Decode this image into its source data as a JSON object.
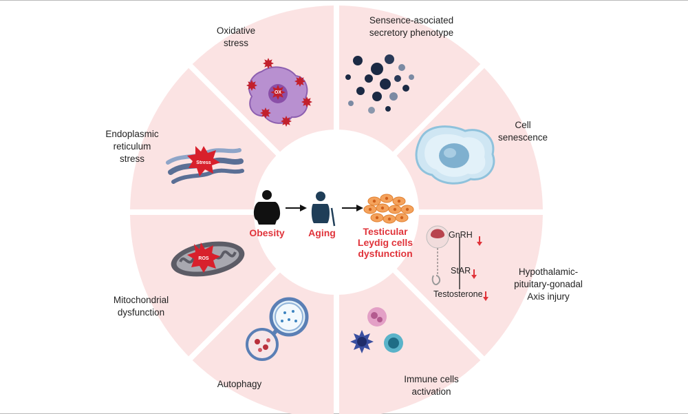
{
  "center": {
    "obesity": "Obesity",
    "aging": "Aging",
    "leydig": [
      "Testicular",
      "Leydig cells",
      "dysfunction"
    ]
  },
  "segments": {
    "oxidative": [
      "Oxidative",
      "stress"
    ],
    "sasp": [
      "Sensence-asociated",
      "secretory phenotype"
    ],
    "senescence": [
      "Cell",
      "senescence"
    ],
    "hpg": [
      "Hypothalamic-",
      "pituitary-gonadal",
      "Axis injury"
    ],
    "immune": [
      "Immune cells",
      "activation"
    ],
    "autophagy": [
      "Autophagy"
    ],
    "mito": [
      "Mitochondrial",
      "dysfunction"
    ],
    "er": [
      "Endoplasmic",
      "reticulum",
      "stress"
    ]
  },
  "icons": {
    "er_badge": "Stress",
    "ros_badge": "ROS",
    "ox_badge": "OX"
  },
  "hpg_axis": {
    "gnrh": "GnRH",
    "star": "StAR",
    "testosterone": "Testosterone"
  },
  "colors": {
    "segment_fill": "#fbe3e3",
    "label_red": "#e0333a",
    "arrow_down": "#e0333a"
  }
}
